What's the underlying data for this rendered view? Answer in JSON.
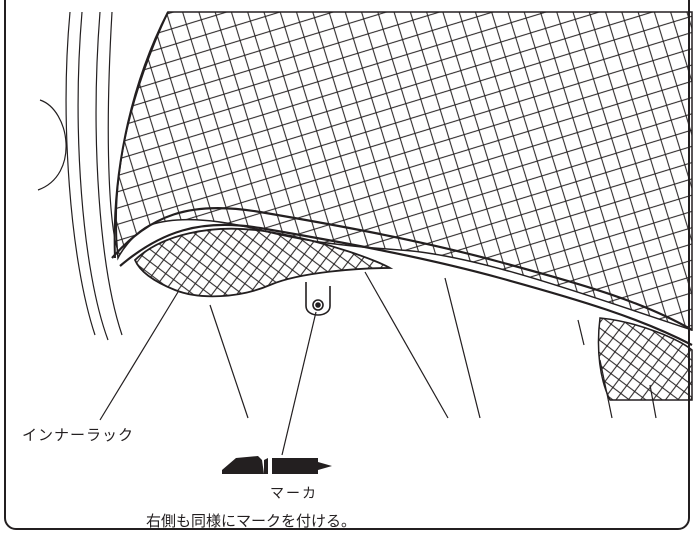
{
  "labels": {
    "inner_rack": "インナーラック",
    "marker": "マーカ",
    "caption": "右側も同様にマークを付ける。"
  },
  "colors": {
    "ink": "#231f20",
    "paper": "#ffffff"
  }
}
